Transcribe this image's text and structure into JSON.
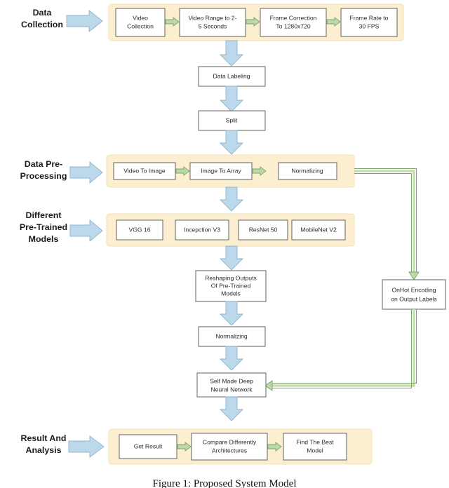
{
  "figure": {
    "caption": "Figure 1: Proposed System Model"
  },
  "stages": [
    {
      "id": "data-collection",
      "label_line1": "Data",
      "label_line2": "Collection",
      "label_line3": ""
    },
    {
      "id": "data-preprocessing",
      "label_line1": "Data Pre-",
      "label_line2": "Processing",
      "label_line3": ""
    },
    {
      "id": "pretrained-models",
      "label_line1": "Different",
      "label_line2": "Pre-Trained",
      "label_line3": "Models"
    },
    {
      "id": "result-analysis",
      "label_line1": "Result And",
      "label_line2": "Analysis",
      "label_line3": ""
    }
  ],
  "bands": {
    "collection": {
      "nodes": [
        {
          "line1": "Video",
          "line2": "Collection"
        },
        {
          "line1": "Video Range to 2-",
          "line2": "5 Seconds"
        },
        {
          "line1": "Frame Correction",
          "line2": "To 1280x720"
        },
        {
          "line1": "Frame Rate to",
          "line2": "30 FPS"
        }
      ]
    },
    "preprocessing": {
      "nodes": [
        {
          "line1": "Video To Image",
          "line2": ""
        },
        {
          "line1": "Image To Array",
          "line2": ""
        },
        {
          "line1": "Normalizing",
          "line2": ""
        }
      ]
    },
    "models": {
      "nodes": [
        {
          "line1": "VGG 16",
          "line2": ""
        },
        {
          "line1": "Incepction V3",
          "line2": ""
        },
        {
          "line1": "ResNet 50",
          "line2": ""
        },
        {
          "line1": "MobileNet V2",
          "line2": ""
        }
      ]
    },
    "results": {
      "nodes": [
        {
          "line1": "Get Result",
          "line2": ""
        },
        {
          "line1": "Compare Differently",
          "line2": "Architectures"
        },
        {
          "line1": "Find The Best",
          "line2": "Model"
        }
      ]
    }
  },
  "center_nodes": [
    {
      "id": "data-labeling",
      "line1": "Data Labeling",
      "line2": "",
      "line3": ""
    },
    {
      "id": "split",
      "line1": "Split",
      "line2": "",
      "line3": ""
    },
    {
      "id": "reshaping",
      "line1": "Reshaping Outputs",
      "line2": "Of Pre-Trained",
      "line3": "Models"
    },
    {
      "id": "normalizing-2",
      "line1": "Normalizing",
      "line2": "",
      "line3": ""
    },
    {
      "id": "self-made-dnn",
      "line1": "Self Made Deep",
      "line2": "Neural Network",
      "line3": ""
    }
  ],
  "side_nodes": [
    {
      "id": "onehot-encoding",
      "line1": "OnHot Encoding",
      "line2": "on Output Labels"
    }
  ],
  "colors": {
    "band_fill": "#fbefd0",
    "band_stroke": "#f0e2ba",
    "node_fill": "#ffffff",
    "node_stroke": "#6f6f6f",
    "blue_arrow_fill": "#bcd9ec",
    "blue_arrow_stroke": "#8fb4cd",
    "green_arrow_fill": "#bcd9a8",
    "green_arrow_stroke": "#7da463",
    "text": "#2b2b2b"
  }
}
